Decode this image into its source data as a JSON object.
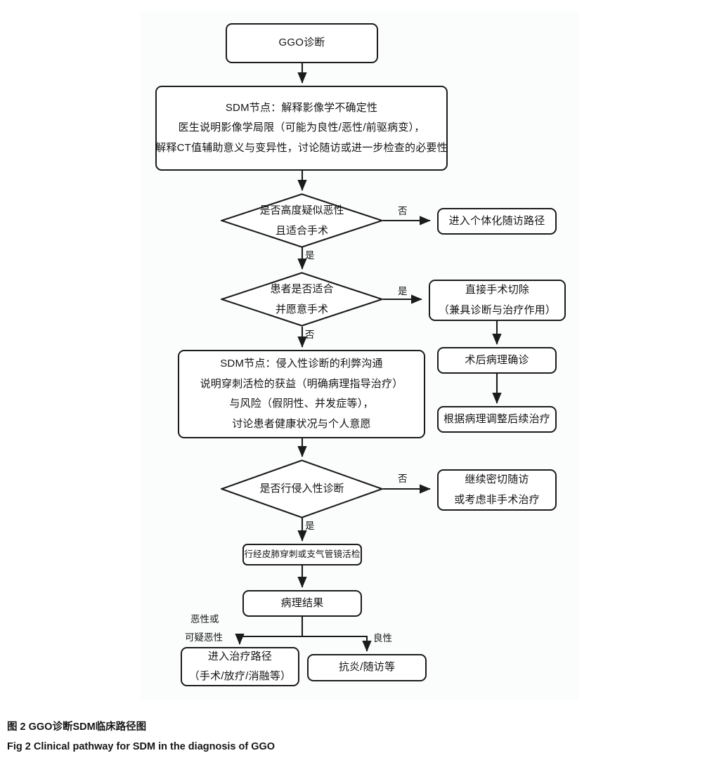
{
  "figure": {
    "caption_cn": "图 2  GGO诊断SDM临床路径图",
    "caption_en": "Fig 2  Clinical pathway for SDM in the diagnosis of GGO",
    "panel_background": "#fbfdfc",
    "stroke_color": "#1b1b1b",
    "text_color": "#141414"
  },
  "nodes": {
    "start": {
      "line1": "GGO诊断"
    },
    "sdm1": {
      "line1": "SDM节点：解释影像学不确定性",
      "line2": "医生说明影像学局限（可能为良性/恶性/前驱病变），",
      "line3": "解释CT值辅助意义与变异性，讨论随访或进一步检查的必要性"
    },
    "decision1": {
      "line1": "是否高度疑似恶性",
      "line2": "且适合手术"
    },
    "individual_followup": {
      "line1": "进入个体化随访路径"
    },
    "decision2": {
      "line1": "患者是否适合",
      "line2": "并愿意手术"
    },
    "direct_surgery": {
      "line1": "直接手术切除",
      "line2": "（兼具诊断与治疗作用）"
    },
    "post_op_pathology": {
      "line1": "术后病理确诊"
    },
    "adjust_treatment": {
      "line1": "根据病理调整后续治疗"
    },
    "sdm2": {
      "line1": "SDM节点：侵入性诊断的利弊沟通",
      "line2": "说明穿刺活检的获益（明确病理指导治疗）",
      "line3": "与风险（假阴性、并发症等），",
      "line4": "讨论患者健康状况与个人意愿"
    },
    "decision3": {
      "line1": "是否行侵入性诊断"
    },
    "close_followup": {
      "line1": "继续密切随访",
      "line2": "或考虑非手术治疗"
    },
    "biopsy": {
      "line1": "行经皮肺穿刺或支气管镜活检"
    },
    "pathology_result": {
      "line1": "病理结果"
    },
    "treatment_path": {
      "line1": "进入治疗路径",
      "line2": "（手术/放疗/消融等）"
    },
    "anti_inflammatory": {
      "line1": "抗炎/随访等"
    }
  },
  "edge_labels": {
    "d1_no": "否",
    "d1_yes": "是",
    "d2_yes": "是",
    "d2_no": "否",
    "d3_no": "否",
    "d3_yes": "是",
    "malignant_line1": "恶性或",
    "malignant_line2": "可疑恶性",
    "benign": "良性"
  }
}
